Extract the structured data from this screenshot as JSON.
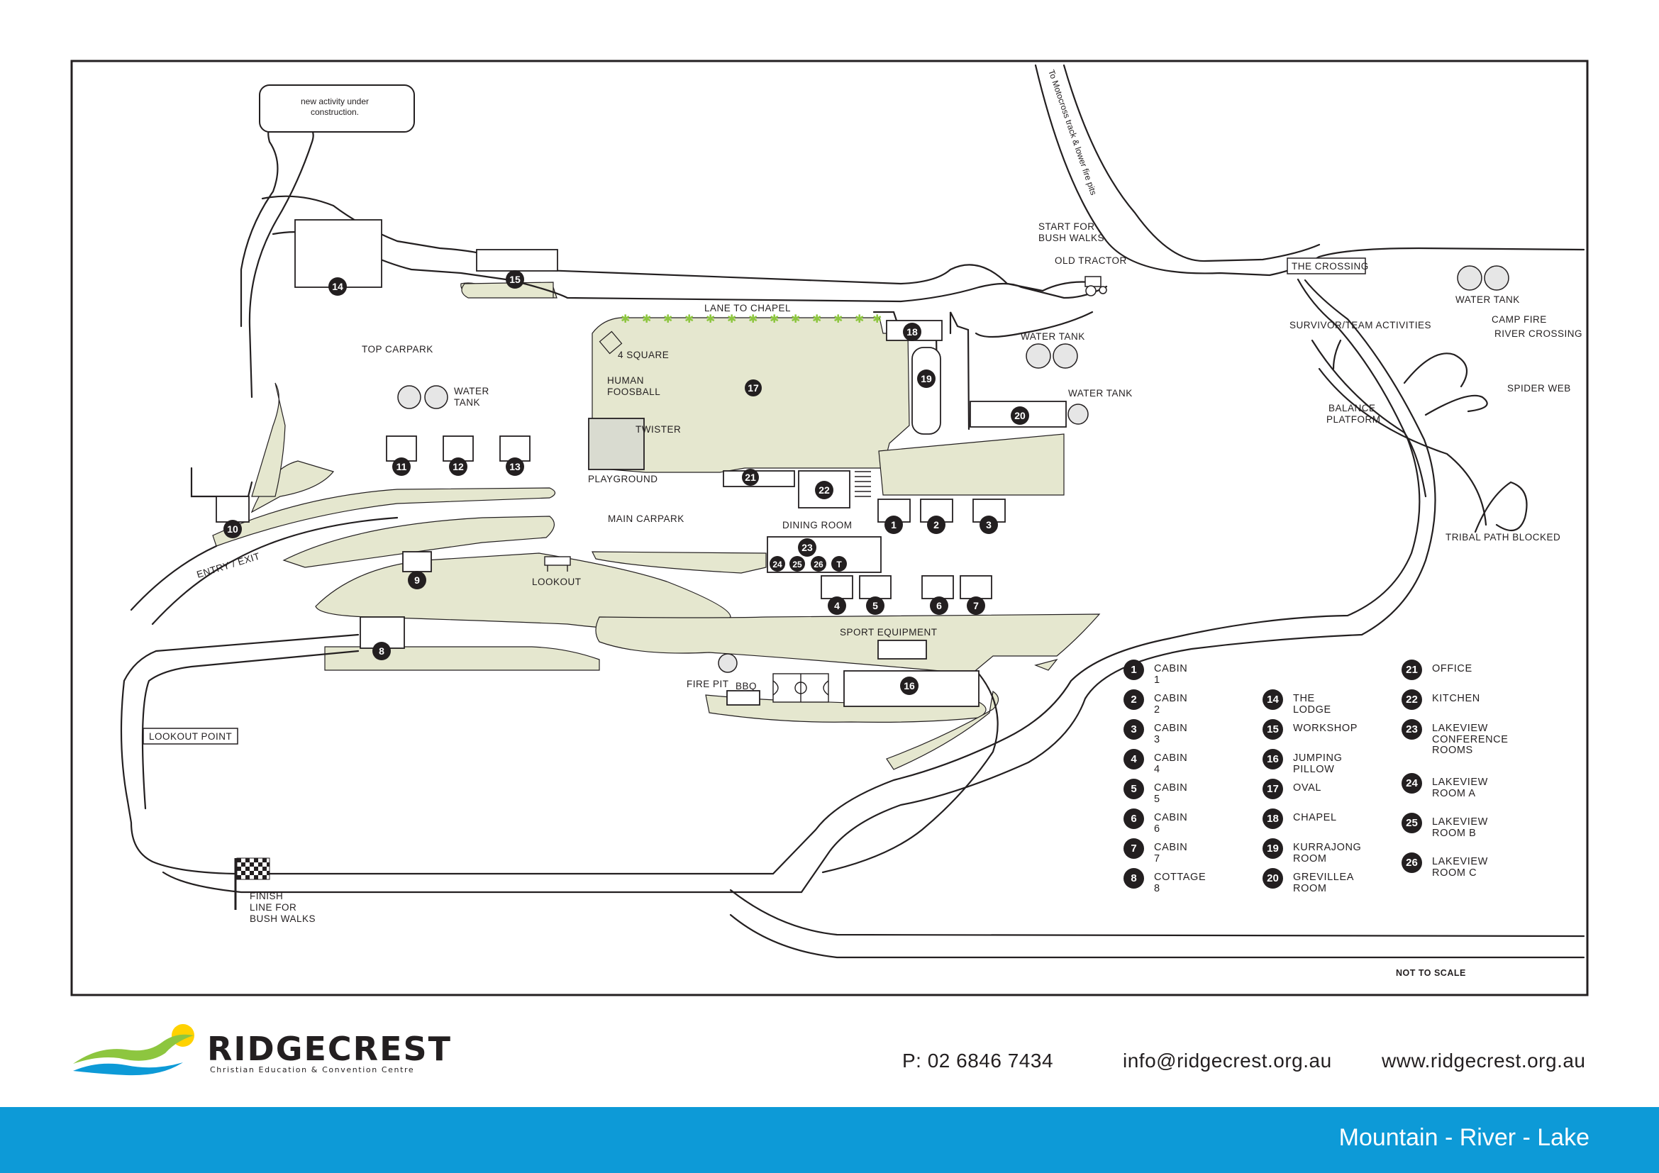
{
  "map": {
    "note_construction": [
      "new activity under",
      "construction."
    ],
    "labels": {
      "motocross": "To Motocross track & lower fire pits",
      "start_bush_walks": [
        "START FOR",
        "BUSH WALKS"
      ],
      "old_tractor": "OLD TRACTOR",
      "the_crossing": "THE CROSSING",
      "water_tank_right": "WATER TANK",
      "survivor": "SURVIVOR/TEAM ACTIVITIES",
      "camp_fire": "CAMP FIRE",
      "river_crossing": "RIVER CROSSING",
      "spider_web": "SPIDER WEB",
      "balance_platform": [
        "BALANCE",
        "PLATFORM"
      ],
      "tribal_path": "TRIBAL PATH BLOCKED",
      "lane_to_chapel": "LANE TO CHAPEL",
      "top_carpark": "TOP CARPARK",
      "water_tank_left": [
        "WATER",
        "TANK"
      ],
      "four_square": "4 SQUARE",
      "human_foosball": [
        "HUMAN",
        "FOOSBALL"
      ],
      "twister": "TWISTER",
      "playground": "PLAYGROUND",
      "water_tank_mid": "WATER TANK",
      "water_tank_20": "WATER TANK",
      "main_carpark": "MAIN CARPARK",
      "dining_room": "DINING ROOM",
      "entry_exit": "ENTRY / EXIT",
      "lookout": "LOOKOUT",
      "sport_equipment": "SPORT EQUIPMENT",
      "fire_pit": "FIRE PIT",
      "bbq": "BBQ",
      "lookout_point": "LOOKOUT POINT",
      "finish_line": [
        "FINISH",
        "LINE FOR",
        "BUSH WALKS"
      ],
      "not_to_scale": "NOT TO SCALE"
    },
    "markers": [
      "1",
      "2",
      "3",
      "4",
      "5",
      "6",
      "7",
      "8",
      "9",
      "10",
      "11",
      "12",
      "13",
      "14",
      "15",
      "16",
      "17",
      "18",
      "19",
      "20",
      "21",
      "22",
      "23",
      "24",
      "25",
      "26",
      "T"
    ]
  },
  "legend": [
    {
      "num": "1",
      "label": "CABIN 1"
    },
    {
      "num": "2",
      "label": "CABIN 2"
    },
    {
      "num": "3",
      "label": "CABIN 3"
    },
    {
      "num": "4",
      "label": "CABIN 4"
    },
    {
      "num": "5",
      "label": "CABIN 5"
    },
    {
      "num": "6",
      "label": "CABIN 6"
    },
    {
      "num": "7",
      "label": "CABIN 7"
    },
    {
      "num": "8",
      "label": "COTTAGE 8"
    },
    {
      "num": "14",
      "label": "THE LODGE"
    },
    {
      "num": "15",
      "label": "WORKSHOP"
    },
    {
      "num": "16",
      "label": "JUMPING PILLOW"
    },
    {
      "num": "17",
      "label": "OVAL"
    },
    {
      "num": "18",
      "label": "CHAPEL"
    },
    {
      "num": "19",
      "label": "KURRAJONG ROOM"
    },
    {
      "num": "20",
      "label": "GREVILLEA ROOM"
    },
    {
      "num": "21",
      "label": "OFFICE"
    },
    {
      "num": "22",
      "label": "KITCHEN"
    },
    {
      "num": "23",
      "label": "LAKEVIEW CONFERENCE ROOMS"
    },
    {
      "num": "24",
      "label": "LAKEVIEW ROOM A"
    },
    {
      "num": "25",
      "label": "LAKEVIEW ROOM B"
    },
    {
      "num": "26",
      "label": "LAKEVIEW ROOM C"
    }
  ],
  "footer": {
    "brand": "RIDGECREST",
    "brand_sub": "Christian Education & Convention Centre",
    "phone": "P: 02 6846 7434",
    "email": "info@ridgecrest.org.au",
    "website": "www.ridgecrest.org.au",
    "tagline": "Mountain - River - Lake"
  },
  "colors": {
    "land": "#e5e7cf",
    "ink": "#231f20",
    "band": "#0d9ad7",
    "logo_green": "#8dc63f",
    "logo_yellow": "#ffd200",
    "logo_blue": "#0d9ad7"
  }
}
